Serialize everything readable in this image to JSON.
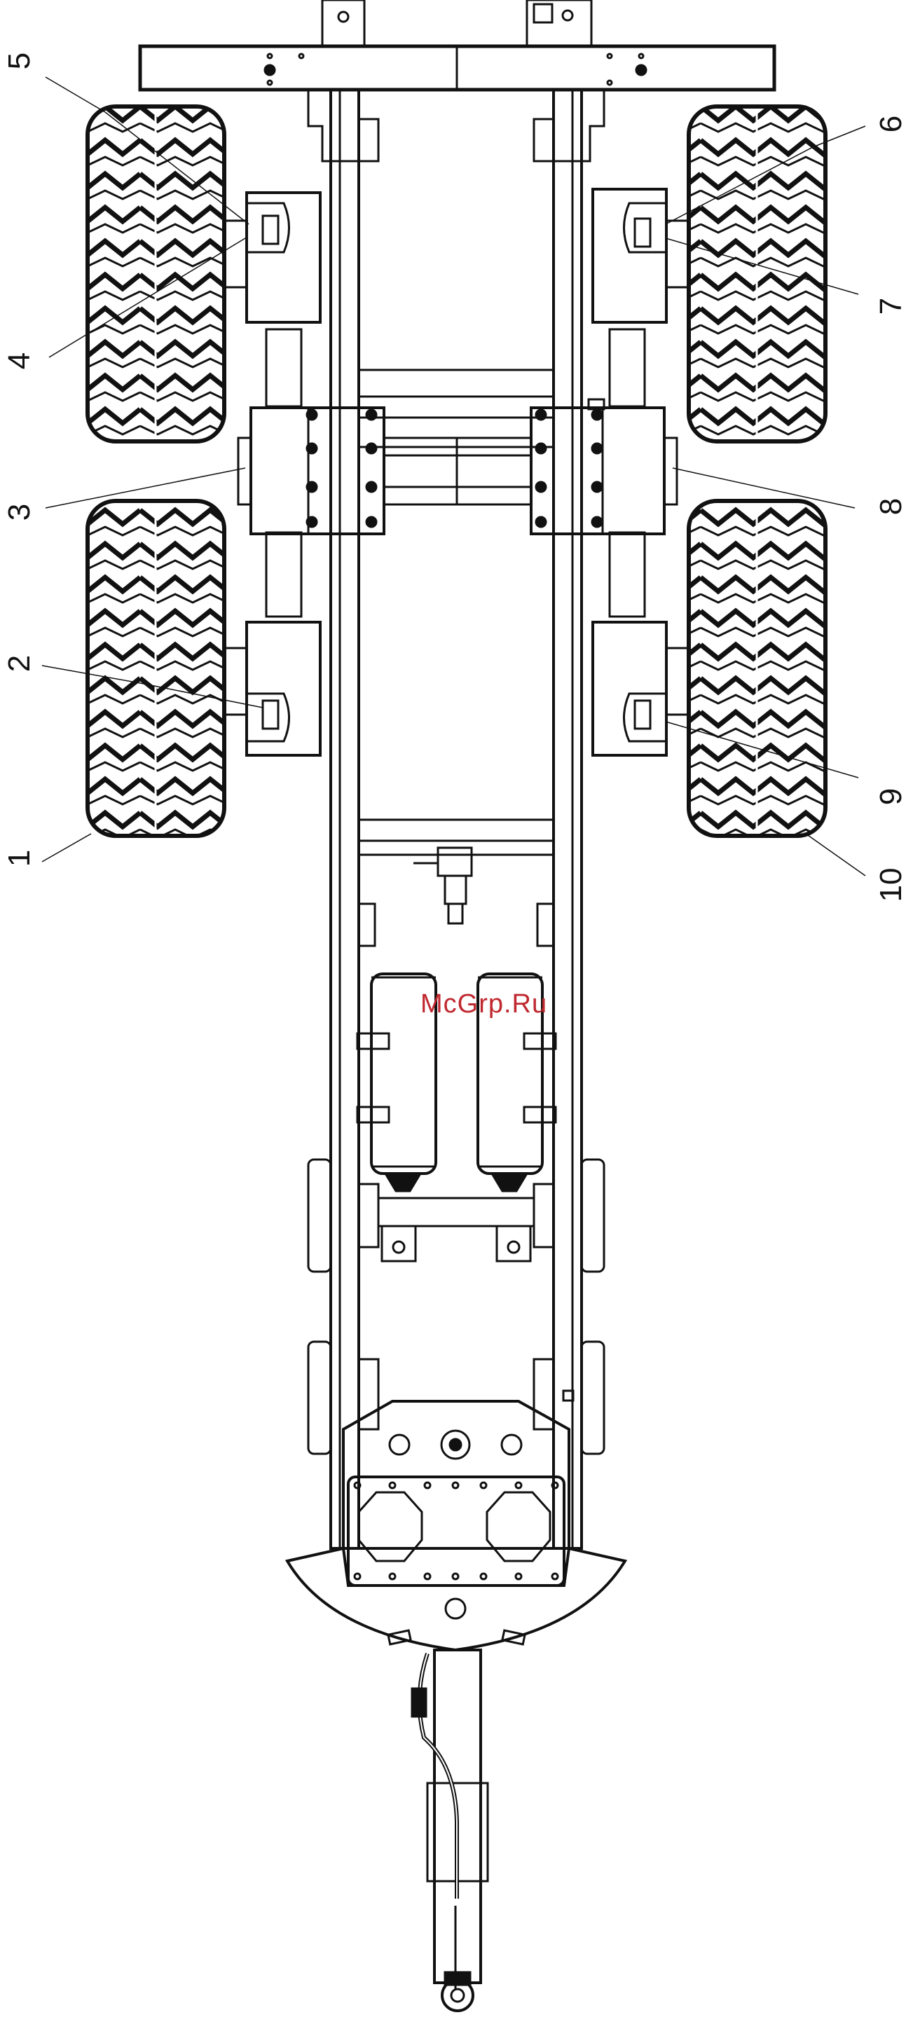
{
  "diagram": {
    "callouts": {
      "c1": "1",
      "c2": "2",
      "c3": "3",
      "c4": "4",
      "c5": "5",
      "c6": "6",
      "c7": "7",
      "c8": "8",
      "c9": "9",
      "c10": "10"
    },
    "watermark": "McGrp.Ru",
    "colors": {
      "line": "#111111",
      "watermark": "#c0282f",
      "background": "#ffffff"
    }
  }
}
